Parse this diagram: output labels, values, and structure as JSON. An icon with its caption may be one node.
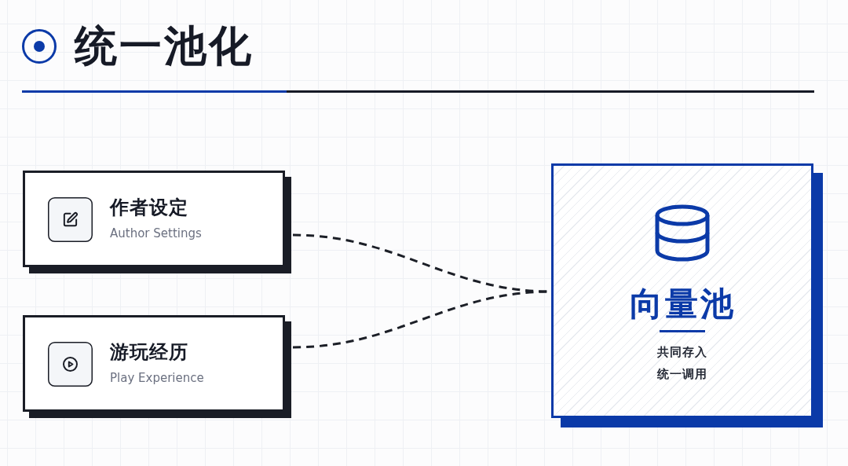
{
  "diagram": {
    "title": "统一池化",
    "nodes": [
      {
        "text": [
          "作者设定",
          "Author Settings"
        ]
      },
      {
        "text": [
          "游玩经历",
          "Play Experience"
        ]
      },
      {
        "text": [
          "向量池",
          "共同存入统一调用"
        ]
      }
    ],
    "edges": [
      {
        "from": 0,
        "to": 2,
        "arrow": "none",
        "style": "dashed"
      },
      {
        "from": 1,
        "to": 2,
        "arrow": "none",
        "style": "dashed"
      }
    ]
  }
}
